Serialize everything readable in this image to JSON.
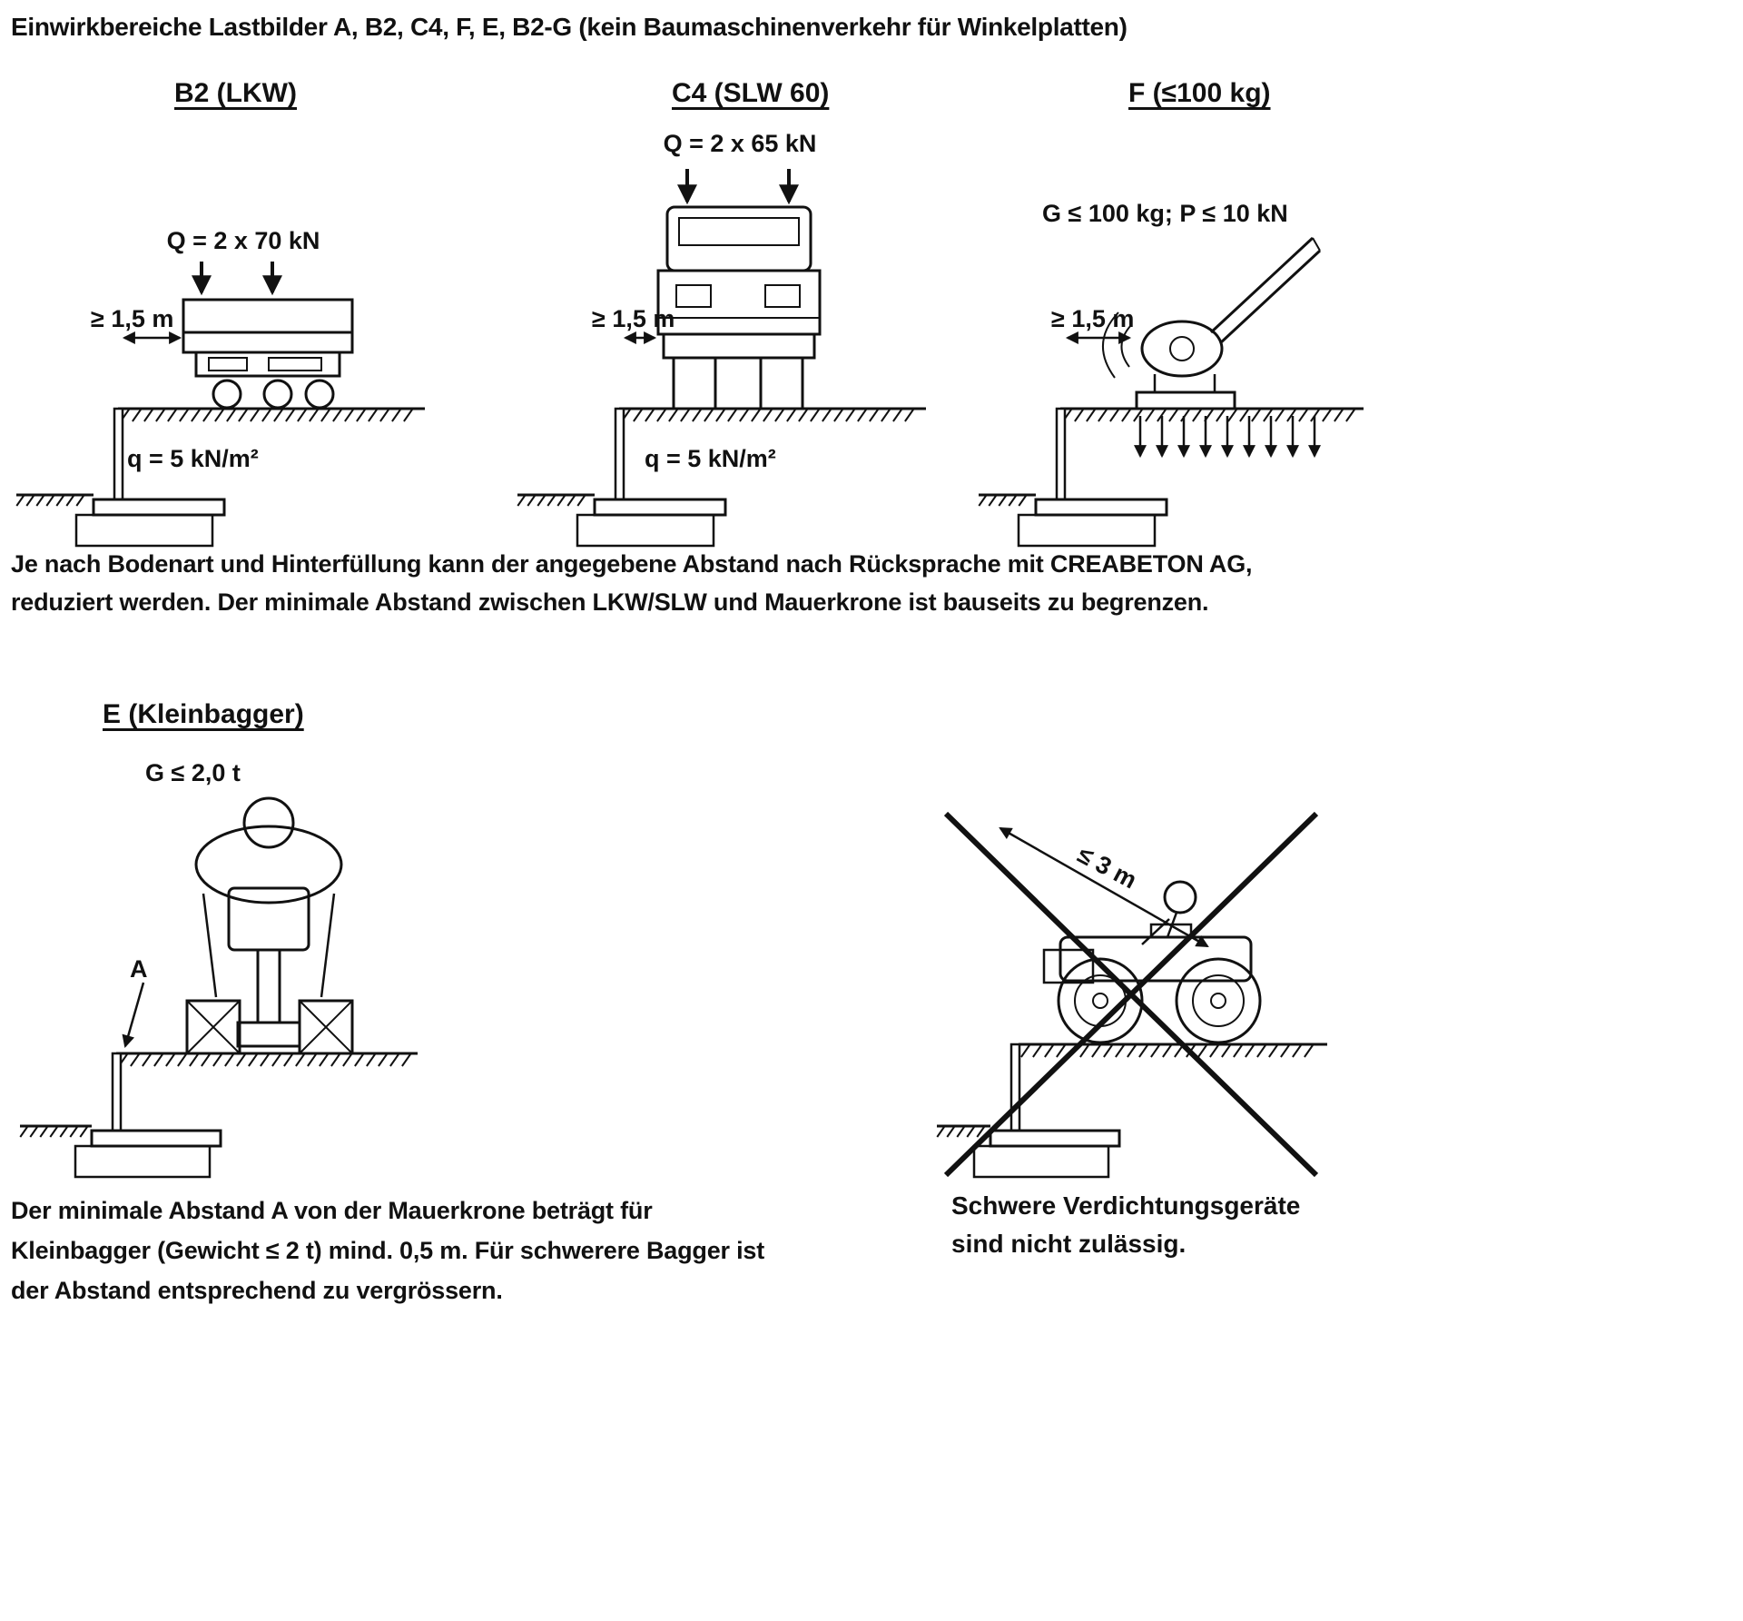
{
  "page": {
    "title": "Einwirkbereiche Lastbilder A, B2, C4, F, E, B2-G (kein Baumaschinenverkehr für Winkelplatten)"
  },
  "top_row": {
    "b2": {
      "heading": "B2 (LKW)",
      "load": "Q = 2 x 70 kN",
      "distance": "≥ 1,5 m",
      "surcharge": "q = 5 kN/m²"
    },
    "c4": {
      "heading": "C4 (SLW 60)",
      "load": "Q = 2 x 65 kN",
      "distance": "≥ 1,5 m",
      "surcharge": "q = 5 kN/m²"
    },
    "f": {
      "heading": "F (≤100 kg)",
      "load": "G ≤ 100 kg; P ≤ 10 kN",
      "distance": "≥ 1,5 m"
    }
  },
  "middle_note": {
    "line1": "Je nach Bodenart und Hinterfüllung kann der angegebene Abstand nach Rücksprache mit CREABETON AG,",
    "line2": "reduziert werden. Der minimale Abstand zwischen LKW/SLW und Mauerkrone ist bauseits zu begrenzen."
  },
  "bottom_row": {
    "e": {
      "heading": "E (Kleinbagger)",
      "weight": "G ≤ 2,0 t",
      "dim_label": "A"
    },
    "forbidden": {
      "distance": "≤ 3 m",
      "caption_line1": "Schwere Verdichtungsgeräte",
      "caption_line2": "sind nicht zulässig."
    }
  },
  "bottom_note": {
    "line1": "Der minimale Abstand A von der Mauerkrone beträgt für",
    "line2": "Kleinbagger (Gewicht ≤ 2 t) mind. 0,5 m. Für schwerere Bagger ist",
    "line3": "der Abstand entsprechend zu vergrössern."
  }
}
